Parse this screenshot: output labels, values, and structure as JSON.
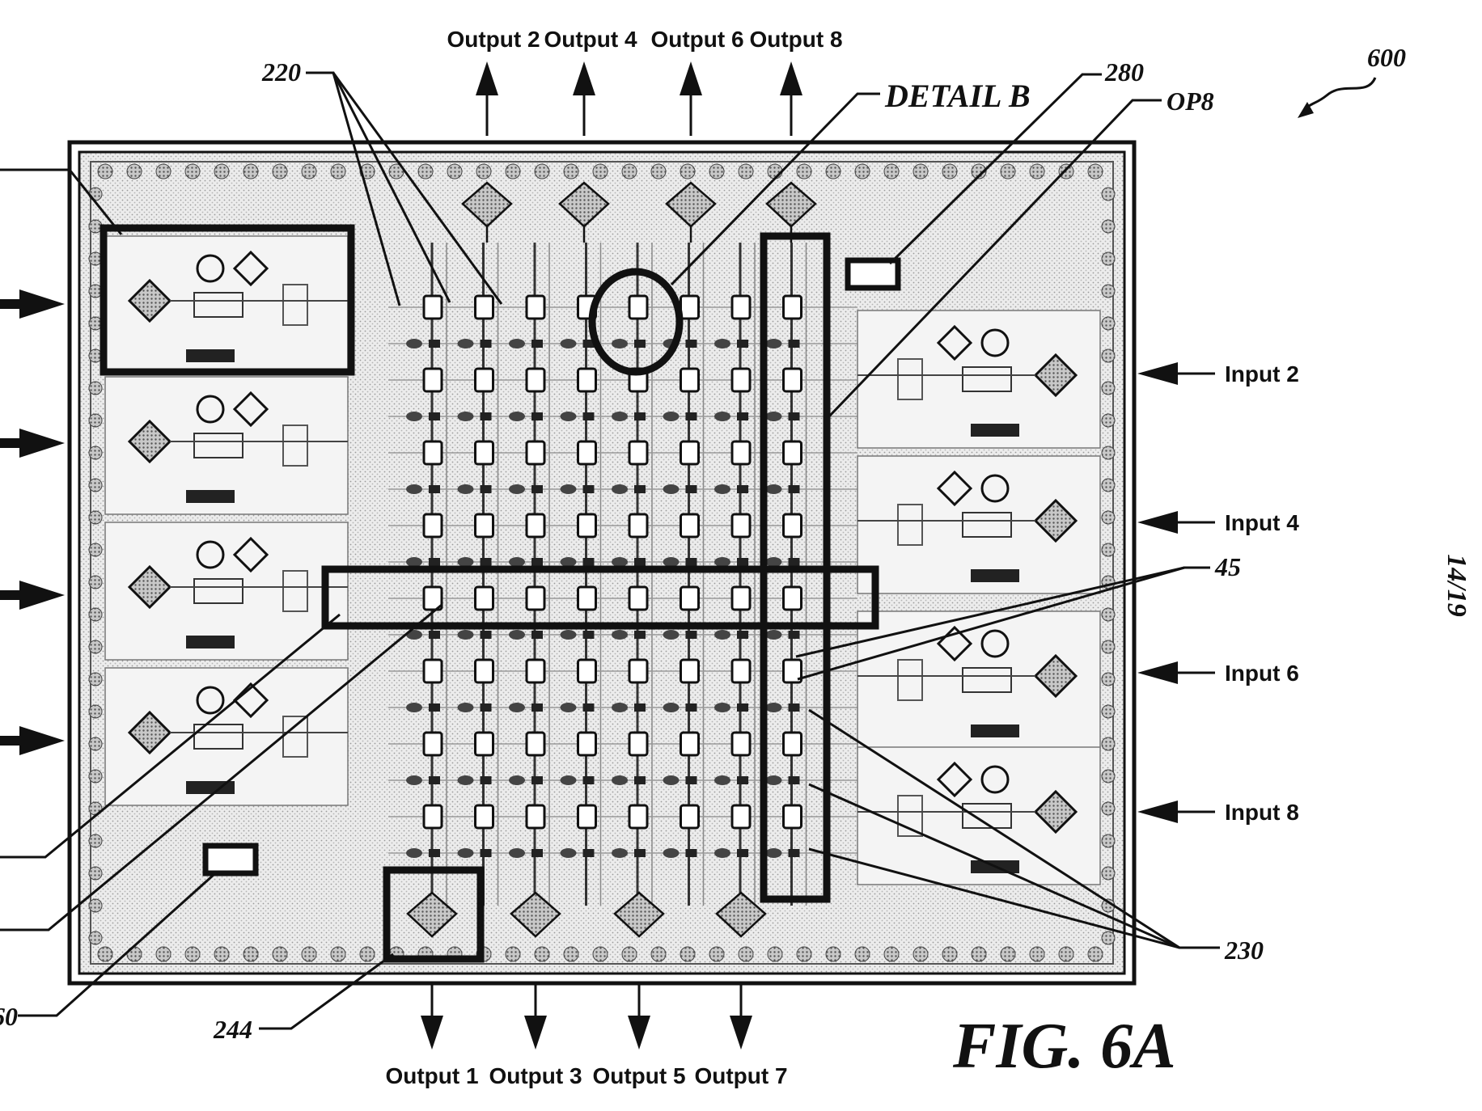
{
  "figure_label": "FIG. 6A",
  "sheet_number": "14/19",
  "reference_numerals": {
    "device": "600",
    "switch_cells": "220",
    "detail": "DETAIL B",
    "block_280": "280",
    "path_op8": "OP8",
    "segment_45": "45",
    "cells_230": "230",
    "block_244": "244",
    "block_60": "60"
  },
  "outputs_top": [
    "Output 2",
    "Output 4",
    "Output 6",
    "Output 8"
  ],
  "outputs_bottom": [
    "Output 1",
    "Output 3",
    "Output 5",
    "Output 7"
  ],
  "inputs_right": [
    "Input 2",
    "Input 4",
    "Input 6",
    "Input 8"
  ],
  "colors": {
    "ink": "#111111",
    "chip_fill": "#e2e2e2",
    "background": "#ffffff"
  }
}
